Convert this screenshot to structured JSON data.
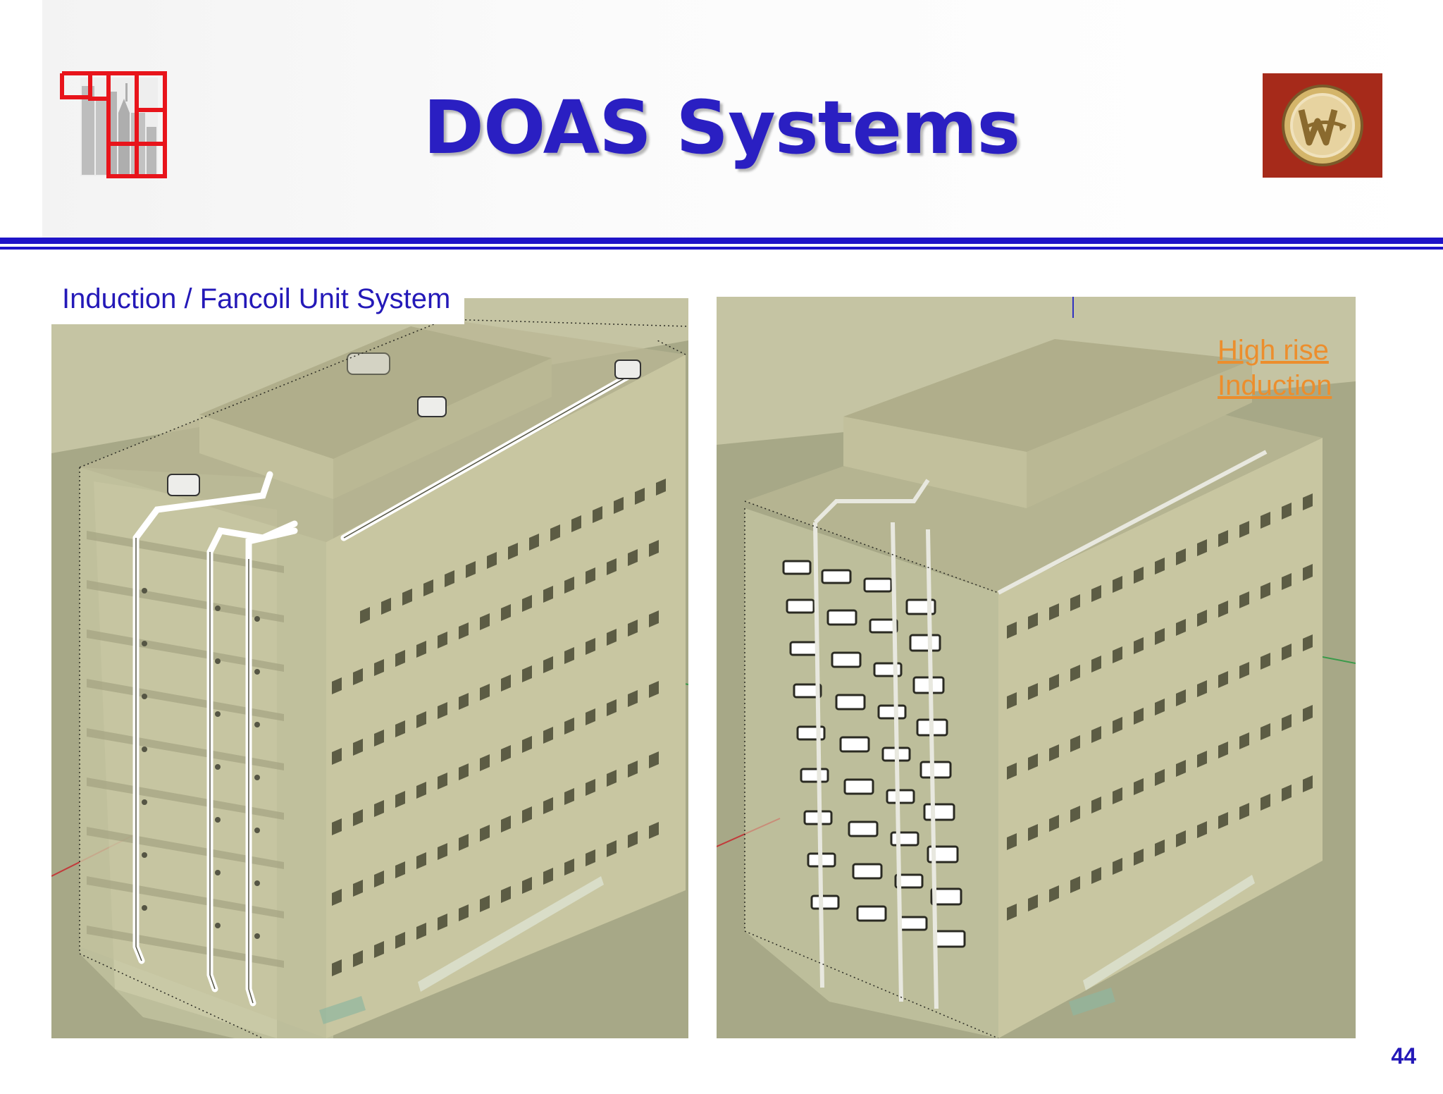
{
  "slide": {
    "title": "DOAS Systems",
    "page_number": "44"
  },
  "logos": {
    "left": {
      "icon": "city-skyline-grid-logo",
      "colors": {
        "frame": "#e8141b",
        "buildings": "#bdbdbd"
      }
    },
    "right": {
      "icon": "w-emblem-logo",
      "colors": {
        "background": "#a62a1a",
        "ring": "#c9a75a"
      }
    }
  },
  "left_panel": {
    "caption": "Induction / Fancoil Unit System",
    "icon": "building-3d-model-ducts"
  },
  "right_panel": {
    "link_line1": "High rise",
    "link_line2": "Induction",
    "icon": "building-3d-model-induction-units"
  },
  "colors": {
    "title": "#2a1fc2",
    "rule": "#1f14c8",
    "caption": "#2419b8",
    "link": "#ec8e2d",
    "ground": "#a7a887",
    "building_face": "#c8c6a1",
    "building_side": "#b8b690"
  }
}
